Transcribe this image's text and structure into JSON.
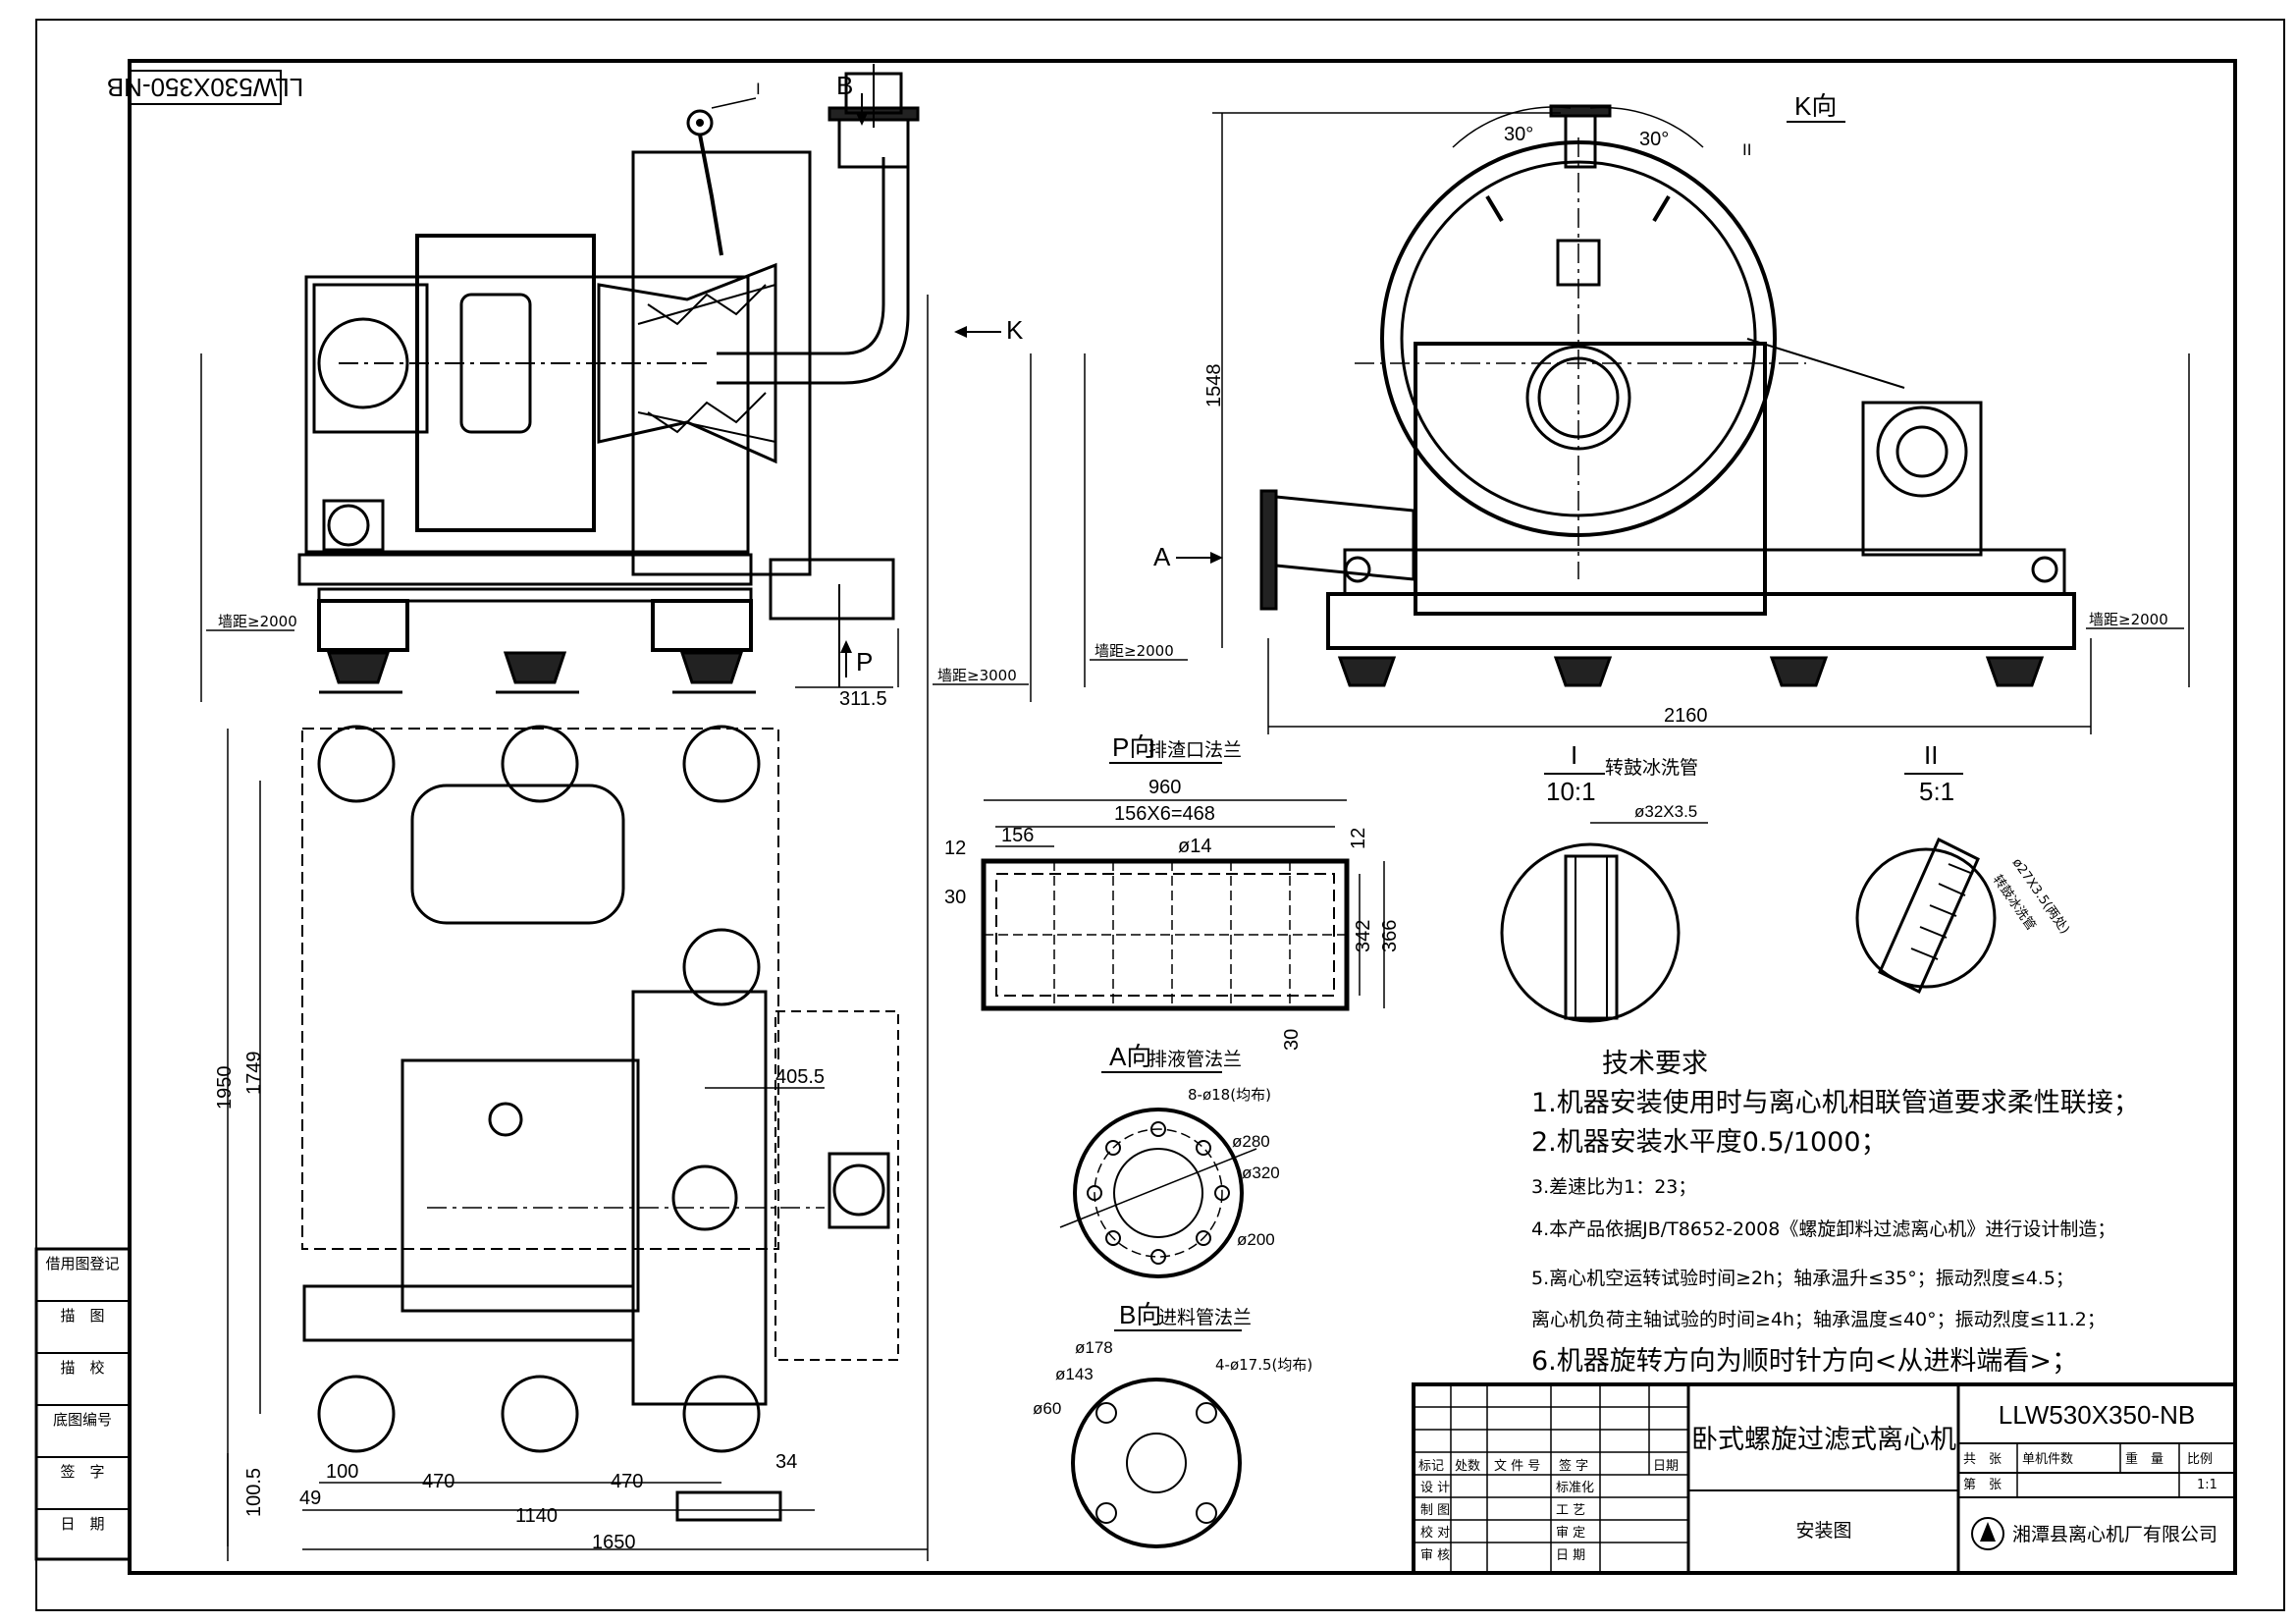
{
  "drawing": {
    "model_mirrored": "LLW530X350-NB",
    "model": "LLW530X350-NB",
    "title": "卧式螺旋过滤式离心机",
    "subtitle": "安装图",
    "company": "湘潭县离心机厂有限公司",
    "scale": "1:1"
  },
  "margin_labels": [
    "借用图登记",
    "描　图",
    "描　校",
    "底图编号",
    "签　字",
    "日　期"
  ],
  "front_view": {
    "detail_ref": "I",
    "inlet_label": "B",
    "outlet_label": "P",
    "k_arrow": "K",
    "clear_left": "墙距≥2000",
    "clear_right": "墙距≥3000",
    "dim_311": "311.5"
  },
  "side_view": {
    "title": "K向",
    "angle_left": "30°",
    "angle_right": "30°",
    "detail_ref": "II",
    "height": "1548",
    "width": "2160",
    "clear_left": "墙距≥2000",
    "clear_right": "墙距≥2000",
    "inlet_label": "A"
  },
  "plan_view": {
    "dims": {
      "d1950": "1950",
      "d1749": "1749",
      "d405": "405.5",
      "d100": "100",
      "d470a": "470",
      "d470b": "470",
      "d34": "34",
      "d1005": "100.5",
      "d49": "49",
      "d1140": "1140",
      "d1650": "1650"
    }
  },
  "p_view": {
    "title": "P向",
    "subtitle": "排渣口法兰",
    "dims": {
      "w960": "960",
      "w468": "156X6=468",
      "d12a": "12",
      "d156": "156",
      "d14": "ø14",
      "d30a": "30",
      "d12b": "12",
      "d342": "342",
      "d366": "366",
      "d30b": "30"
    }
  },
  "a_view": {
    "title": "A向",
    "subtitle": "排液管法兰",
    "holes": "8-ø18(均布)",
    "d280": "ø280",
    "d320": "ø320",
    "d200": "ø200"
  },
  "b_view": {
    "title": "B向",
    "subtitle": "进料管法兰",
    "d178": "ø178",
    "d143": "ø143",
    "d60": "ø60",
    "holes": "4-ø17.5(均布)"
  },
  "detail_1": {
    "ref": "I",
    "scale": "10:1",
    "name": "转鼓冰洗管",
    "pipe": "ø32X3.5"
  },
  "detail_2": {
    "ref": "II",
    "scale": "5:1",
    "pipe": "ø27X3.5(两处)",
    "name": "转鼓冰洗管"
  },
  "requirements": {
    "heading": "技术要求",
    "items": [
      "1.机器安装使用时与离心机相联管道要求柔性联接；",
      "2.机器安装水平度0.5/1000；",
      "3.差速比为1：23；",
      "4.本产品依据JB/T8652-2008《螺旋卸料过滤离心机》进行设计制造；",
      "5.离心机空运转试验时间≥2h；轴承温升≤35°；振动烈度≤4.5；",
      "离心机负荷主轴试验的时间≥4h；轴承温度≤40°；振动烈度≤11.2；",
      "6.机器旋转方向为顺时针方向<从进料端看>；"
    ]
  },
  "title_block": {
    "rev_headers": [
      "标记",
      "处数",
      "文 件 号",
      "签 字",
      "日期"
    ],
    "roles": [
      "设 计",
      "制 图",
      "校 对",
      "审 核"
    ],
    "roles2": [
      "标准化",
      "工 艺",
      "审 定",
      "日 期"
    ],
    "sheet_total": "共　张",
    "sheet_no": "第　张",
    "qty_label": "单机件数",
    "weight_label": "重　量",
    "scale_label": "比例"
  }
}
